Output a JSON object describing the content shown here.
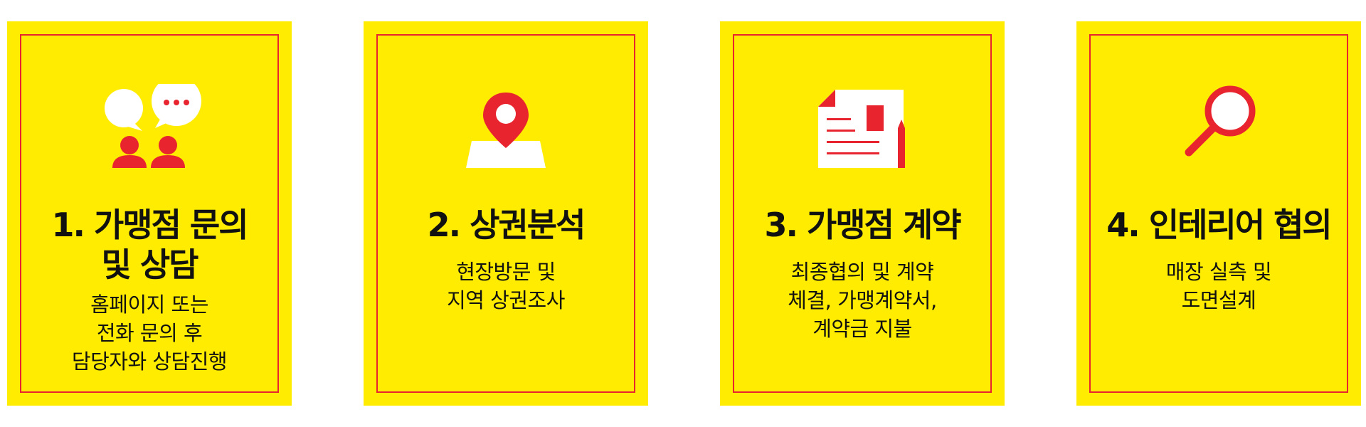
{
  "colors": {
    "card_background": "#FFEC00",
    "border": "#E8242F",
    "icon_accent": "#E8242F",
    "icon_white": "#FFFFFF",
    "text": "#111111"
  },
  "steps": [
    {
      "title": "1. 가맹점 문의\n및 상담",
      "description": "홈페이지 또는\n전화 문의 후\n담당자와 상담진행",
      "icon": "consultation-chat-icon"
    },
    {
      "title": "2. 상권분석",
      "description": "현장방문 및\n지역 상권조사",
      "icon": "map-pin-icon"
    },
    {
      "title": "3. 가맹점 계약",
      "description": "최종협의 및 계약\n체결, 가맹계약서,\n계약금 지불",
      "icon": "contract-document-icon"
    },
    {
      "title": "4. 인테리어 협의",
      "description": "매장 실측 및\n도면설계",
      "icon": "magnifier-icon"
    }
  ]
}
